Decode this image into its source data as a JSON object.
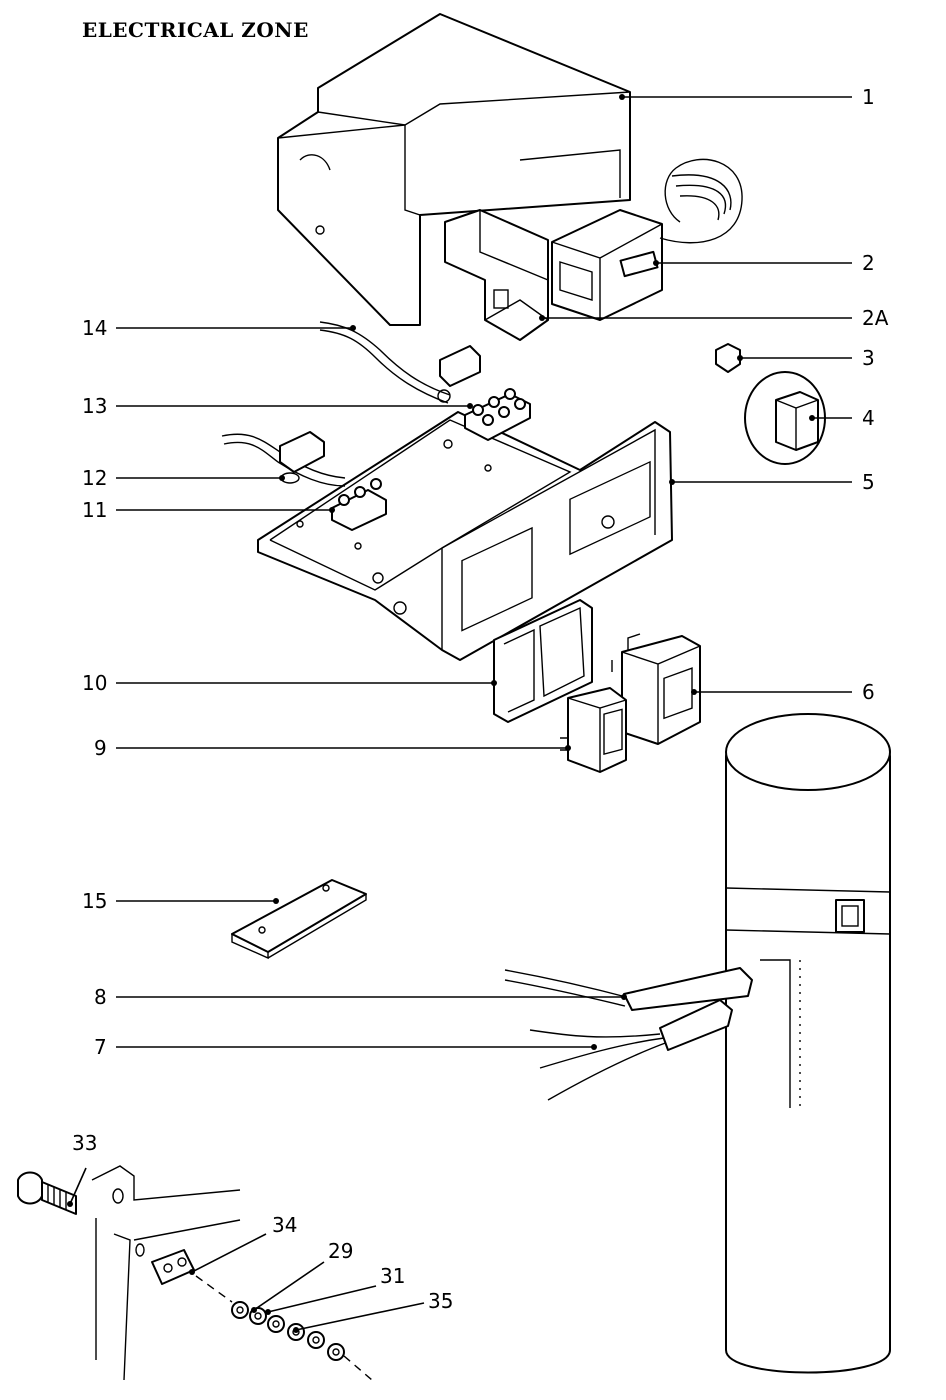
{
  "title": "ELECTRICAL ZONE",
  "callouts": {
    "c1": "1",
    "c2": "2",
    "c2a": "2A",
    "c3": "3",
    "c4": "4",
    "c5": "5",
    "c6": "6",
    "c7": "7",
    "c8": "8",
    "c9": "9",
    "c10": "10",
    "c11": "11",
    "c12": "12",
    "c13": "13",
    "c14": "14",
    "c15": "15",
    "c29": "29",
    "c31": "31",
    "c33": "33",
    "c34": "34",
    "c35": "35"
  }
}
